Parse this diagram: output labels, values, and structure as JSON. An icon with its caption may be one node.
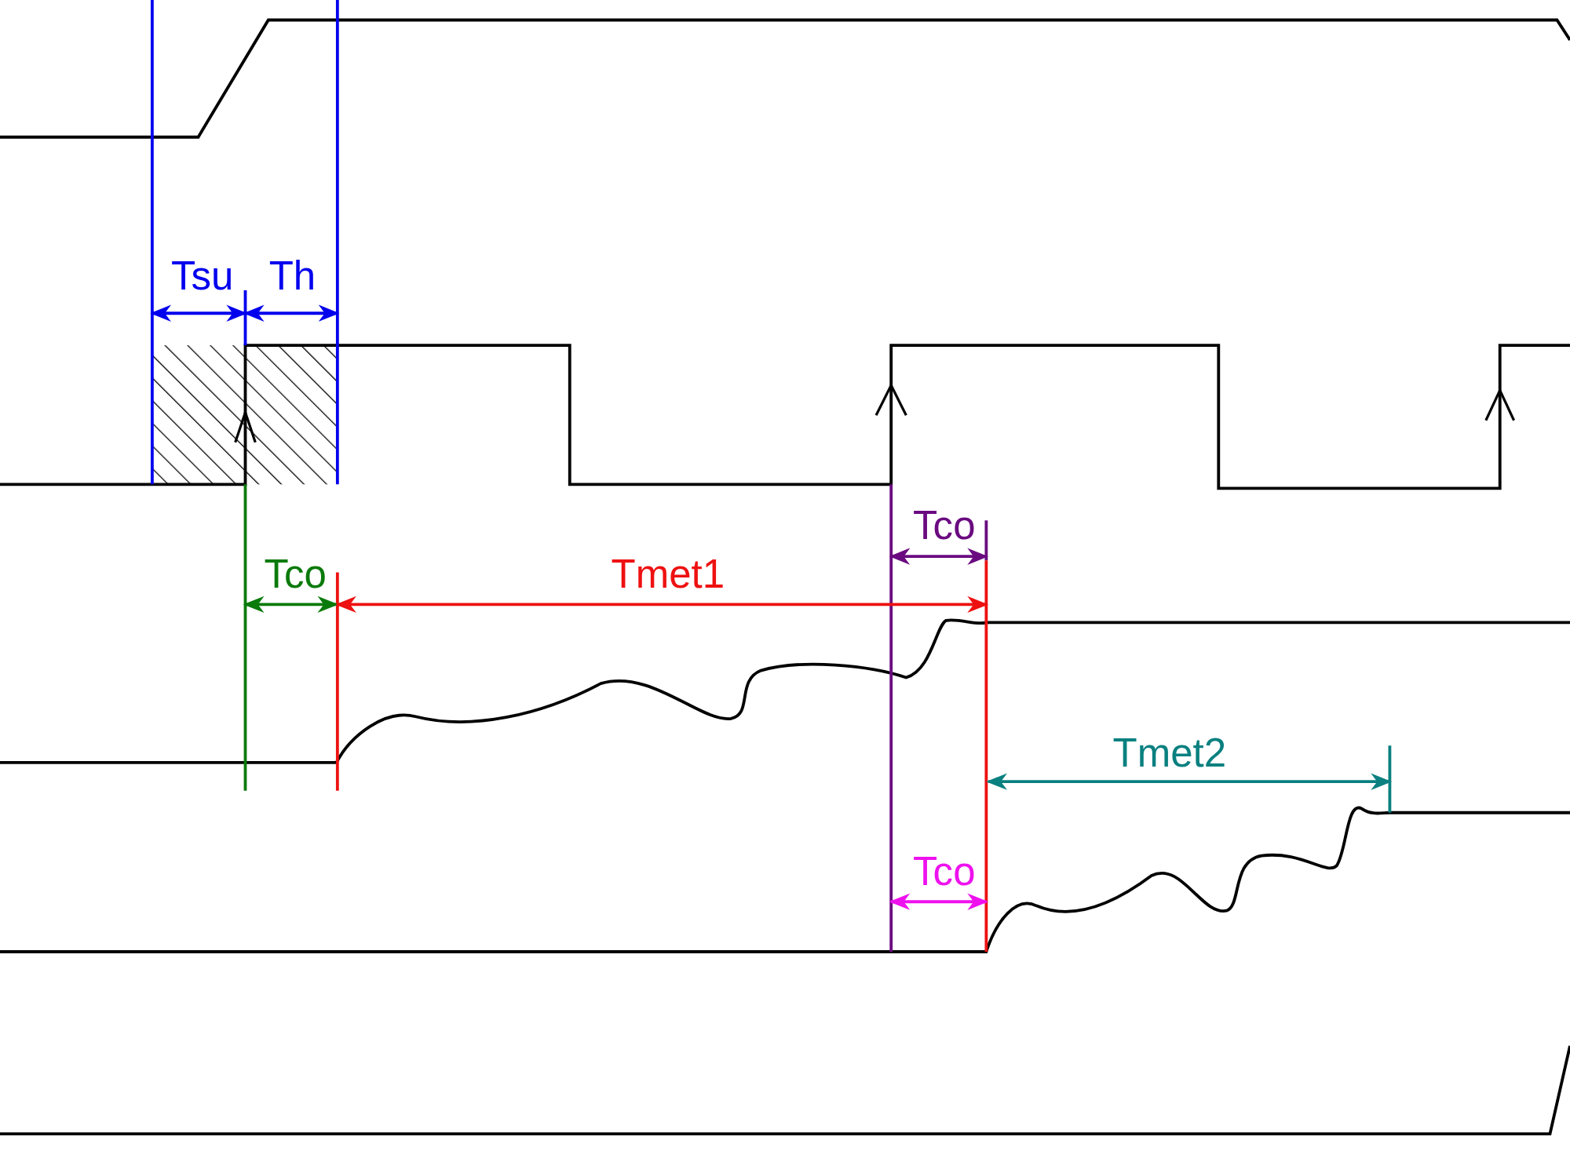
{
  "diagram": {
    "labels": [
      "Tsu",
      "Th",
      "Tco",
      "Tmet1",
      "Tco",
      "Tco",
      "Tmet2"
    ]
  }
}
